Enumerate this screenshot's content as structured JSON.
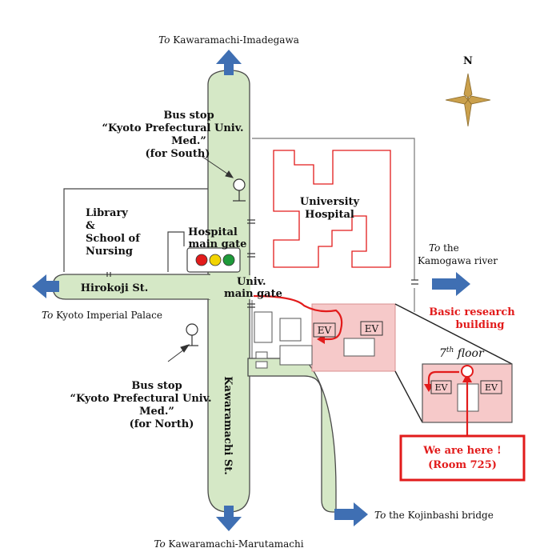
{
  "destinations": {
    "north": {
      "prefix": "To",
      "name": " Kawaramachi-Imadegawa"
    },
    "south": {
      "prefix": "To",
      "name": " Kawaramachi-Marutamachi"
    },
    "west": {
      "prefix": "To",
      "name": " Kyoto Imperial Palace"
    },
    "east": {
      "prefix": "To",
      "name": " the"
    },
    "east2": "Kamogawa river",
    "southeast": {
      "prefix": "To",
      "name": " the Kojinbashi bridge"
    }
  },
  "compass": {
    "label": "N"
  },
  "bus_stop_south": {
    "line1": "Bus stop",
    "line2": "“Kyoto Prefectural Univ.",
    "line3": "Med.”",
    "line4": "(for South)"
  },
  "bus_stop_north": {
    "line1": "Bus stop",
    "line2": "“Kyoto Prefectural Univ.",
    "line3": "Med.”",
    "line4": "(for North)"
  },
  "library": {
    "line1": "Library",
    "line2": "&",
    "line3": "School of",
    "line4": "Nursing"
  },
  "hospital": {
    "line1": "University",
    "line2": "Hospital"
  },
  "hospital_gate": {
    "line1": "Hospital",
    "line2": "main gate"
  },
  "univ_gate": {
    "line1": "Univ.",
    "line2": "main gate"
  },
  "streets": {
    "hirokoji": "Hirokoji St.",
    "kawaramachi": "Kawaramachi St."
  },
  "research_building": {
    "line1": "Basic research",
    "line2": "building"
  },
  "elevator_label": "EV",
  "floor": {
    "number": "7",
    "suffix": "th",
    "word": " floor"
  },
  "callout": {
    "line1": "We are here !",
    "line2": "(Room 725)"
  },
  "colors": {
    "road_fill": "#d5e8c6",
    "road_stroke": "#4a4a4a",
    "arrow_blue": "#3f6fb3",
    "building_pink": "#f6c9c9",
    "accent_red": "#e21b1b",
    "compass_gold": "#caa04c"
  }
}
